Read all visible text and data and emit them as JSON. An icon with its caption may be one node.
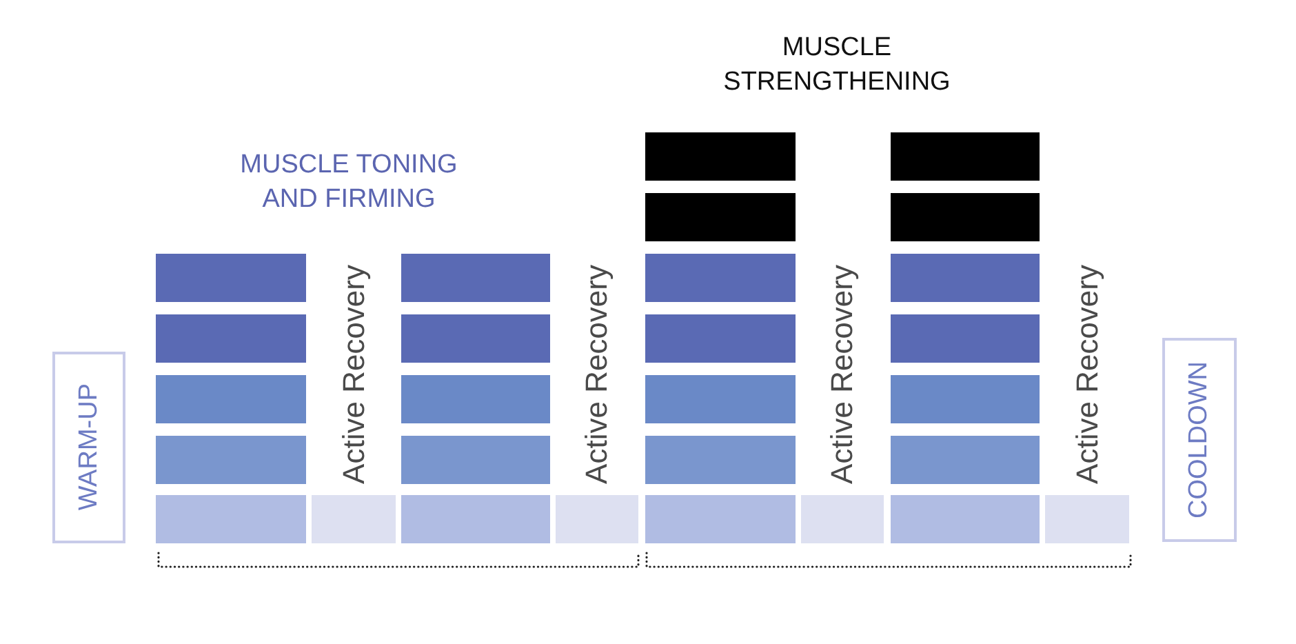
{
  "diagram": {
    "nodes": [
      {
        "text": [
          "WARM-UP"
        ]
      },
      {
        "text": [],
        "shape": "bar"
      },
      {
        "text": [],
        "shape": "bar"
      },
      {
        "text": [],
        "shape": "bar"
      },
      {
        "text": [],
        "shape": "bar"
      },
      {
        "text": [],
        "shape": "bar"
      },
      {
        "text": [],
        "shape": "bar",
        "beside": [
          "Active Recovery"
        ]
      },
      {
        "text": [],
        "shape": "bar"
      },
      {
        "text": [],
        "shape": "bar"
      },
      {
        "text": [],
        "shape": "bar"
      },
      {
        "text": [],
        "shape": "bar"
      },
      {
        "text": [],
        "shape": "bar"
      },
      {
        "text": [],
        "shape": "bar",
        "beside": [
          "Active Recovery"
        ]
      },
      {
        "text": [],
        "shape": "bar"
      },
      {
        "text": [],
        "shape": "bar"
      },
      {
        "text": [],
        "shape": "bar"
      },
      {
        "text": [],
        "shape": "bar"
      },
      {
        "text": [],
        "shape": "bar"
      },
      {
        "text": [],
        "shape": "bar"
      },
      {
        "text": [],
        "shape": "bar"
      },
      {
        "text": [],
        "shape": "bar",
        "beside": [
          "Active Recovery"
        ]
      },
      {
        "text": [],
        "shape": "bar"
      },
      {
        "text": [],
        "shape": "bar"
      },
      {
        "text": [],
        "shape": "bar"
      },
      {
        "text": [],
        "shape": "bar"
      },
      {
        "text": [],
        "shape": "bar"
      },
      {
        "text": [],
        "shape": "bar"
      },
      {
        "text": [],
        "shape": "bar"
      },
      {
        "text": [],
        "shape": "bar",
        "beside": [
          "Active Recovery"
        ]
      },
      {
        "text": [
          "COOLDOWN"
        ]
      }
    ],
    "labels": [
      "MUSCLE STRENGTHENING",
      "MUSCLE TONING AND FIRMING"
    ]
  }
}
